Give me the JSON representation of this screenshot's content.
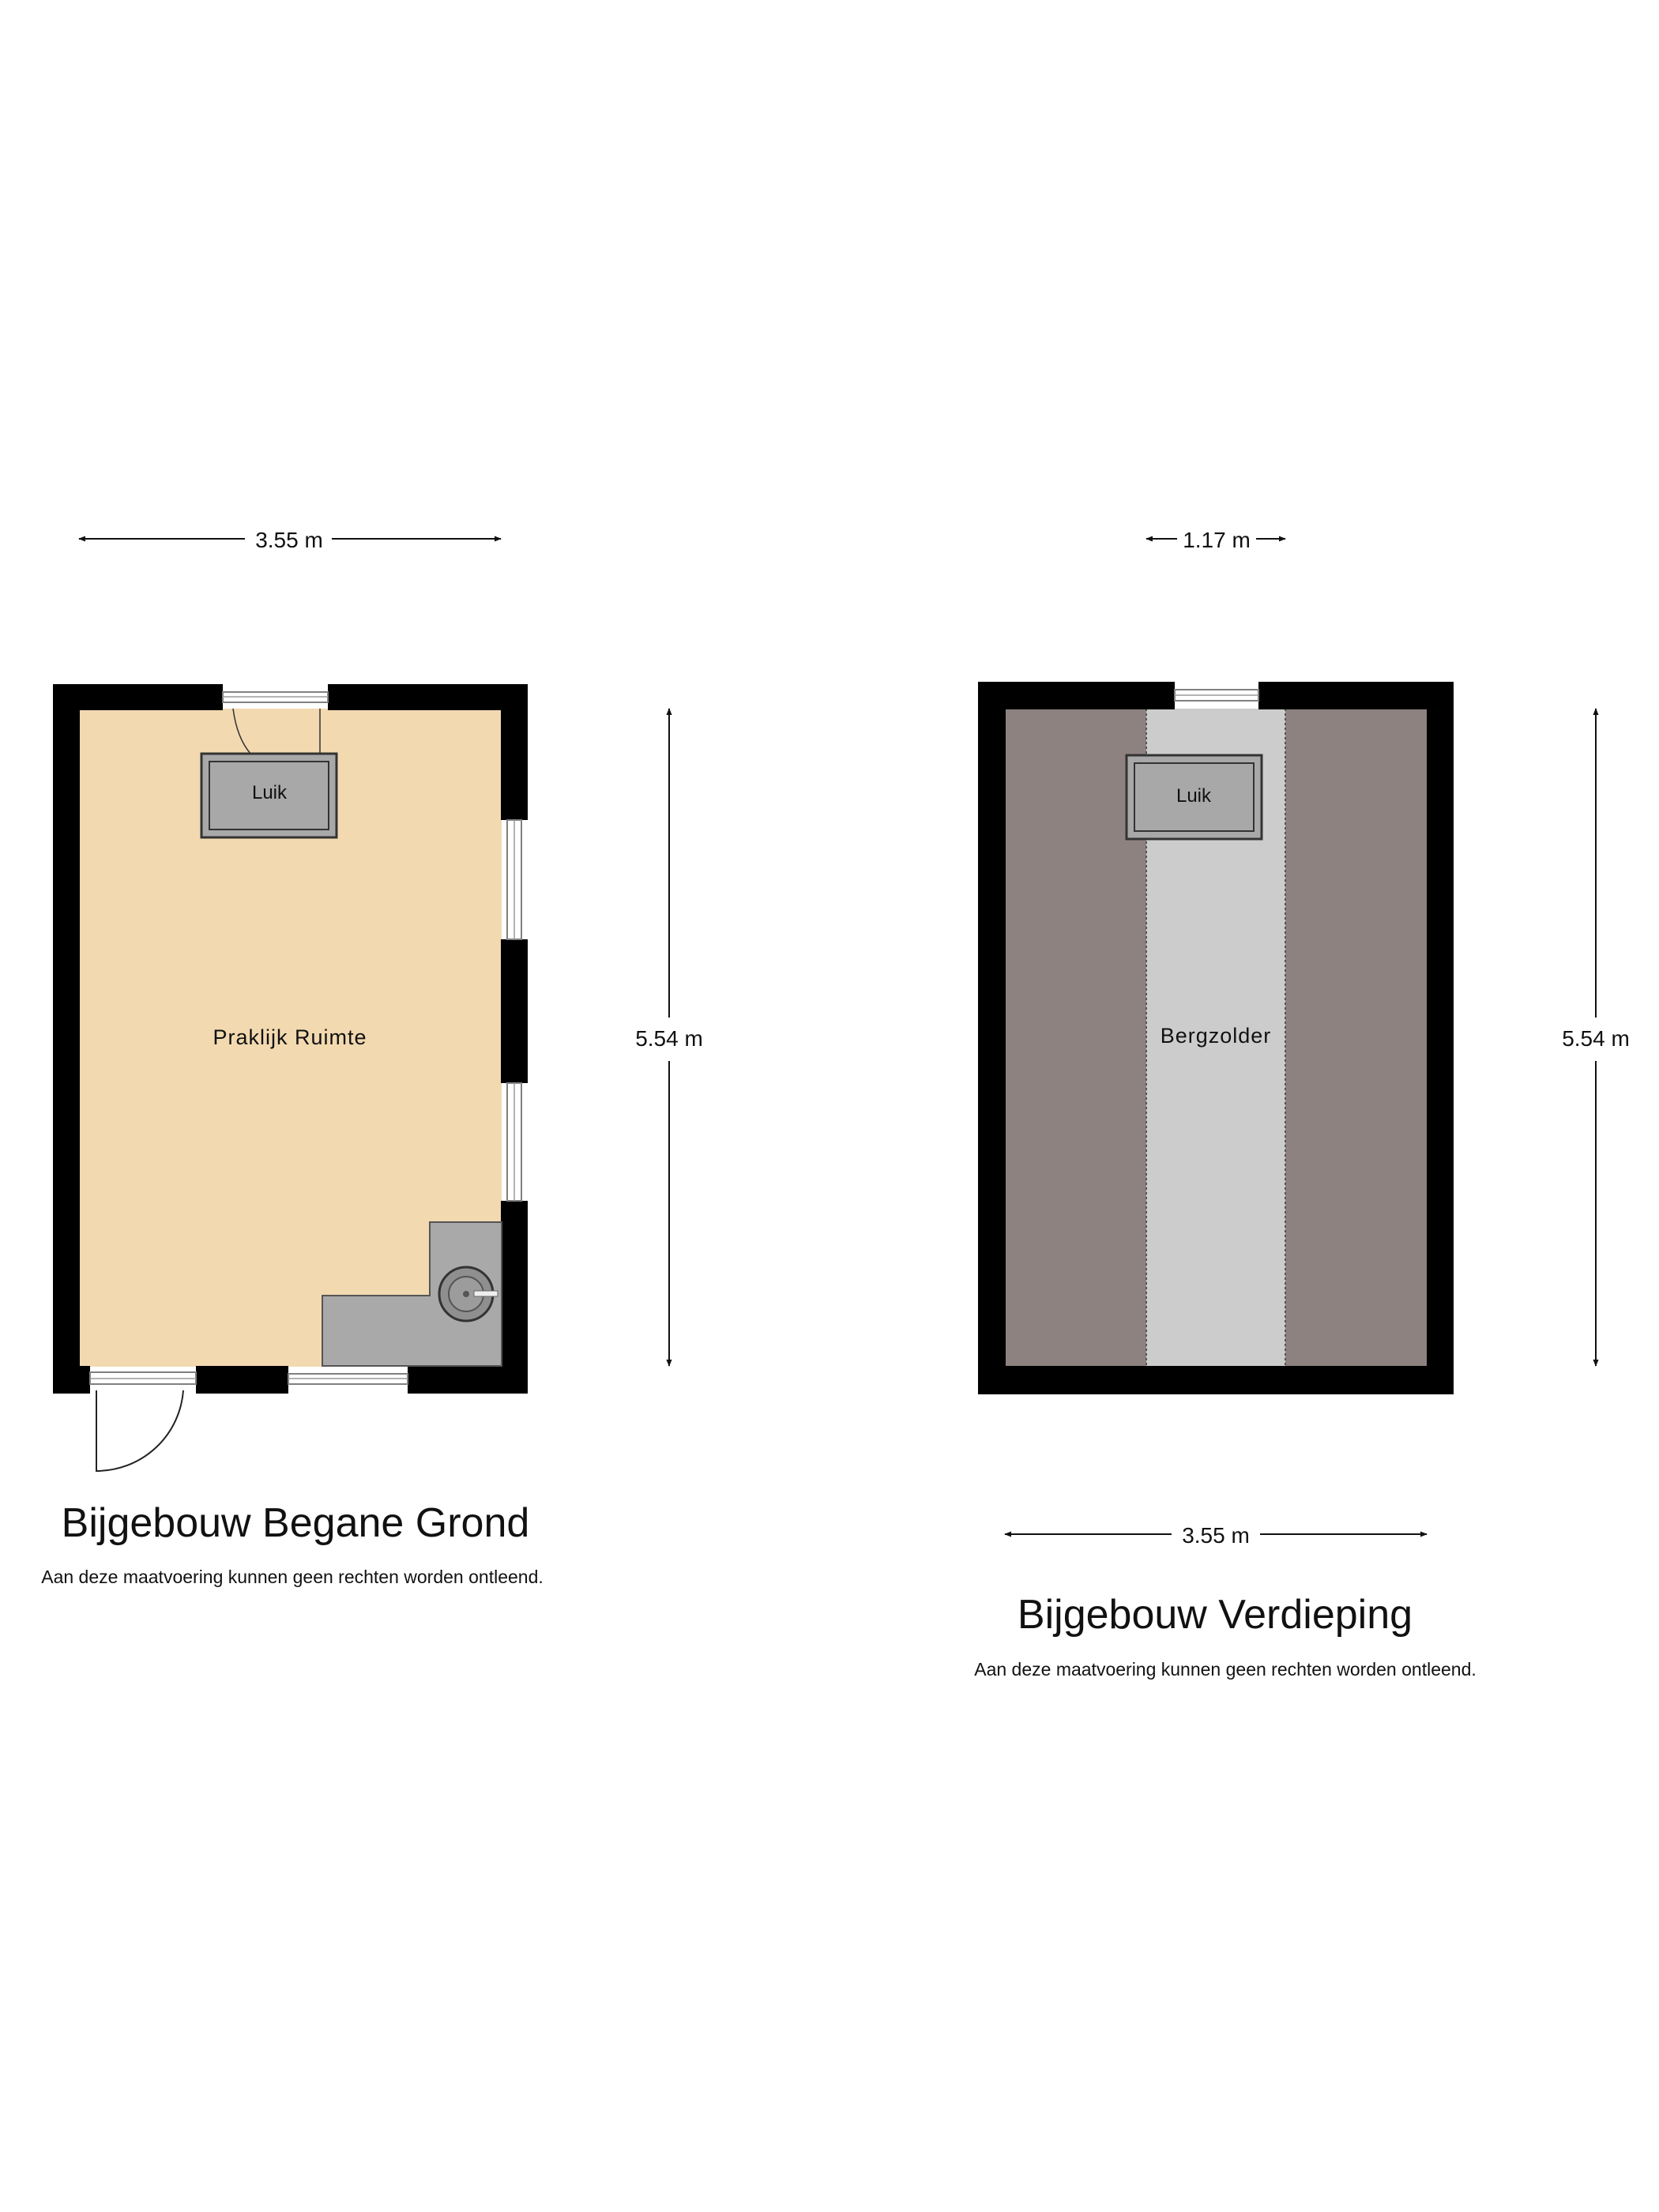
{
  "colors": {
    "wall": "#000000",
    "floor_ground": "#f2d9b0",
    "counter": "#a9a9a9",
    "hatch": "#a8a8a8",
    "attic_strip": "#cccccc",
    "sloped_roof": "#8e8280",
    "window_frame": "#9a9a9a"
  },
  "ground_floor": {
    "title": "Bijgebouw Begane Grond",
    "note": "Aan deze maatvoering kunnen geen rechten worden ontleend.",
    "room_label": "Praklijk Ruimte",
    "hatch_label": "Luik",
    "width_label": "3.55 m",
    "height_label": "5.54 m",
    "icons": [
      "door-swing-icon",
      "sink-icon"
    ]
  },
  "upper_floor": {
    "title": "Bijgebouw Verdieping",
    "note": "Aan deze maatvoering kunnen geen rechten worden ontleend.",
    "room_label": "Bergzolder",
    "hatch_label": "Luik",
    "strip_width_label": "1.17 m",
    "width_label": "3.55 m",
    "height_label": "5.54 m"
  }
}
